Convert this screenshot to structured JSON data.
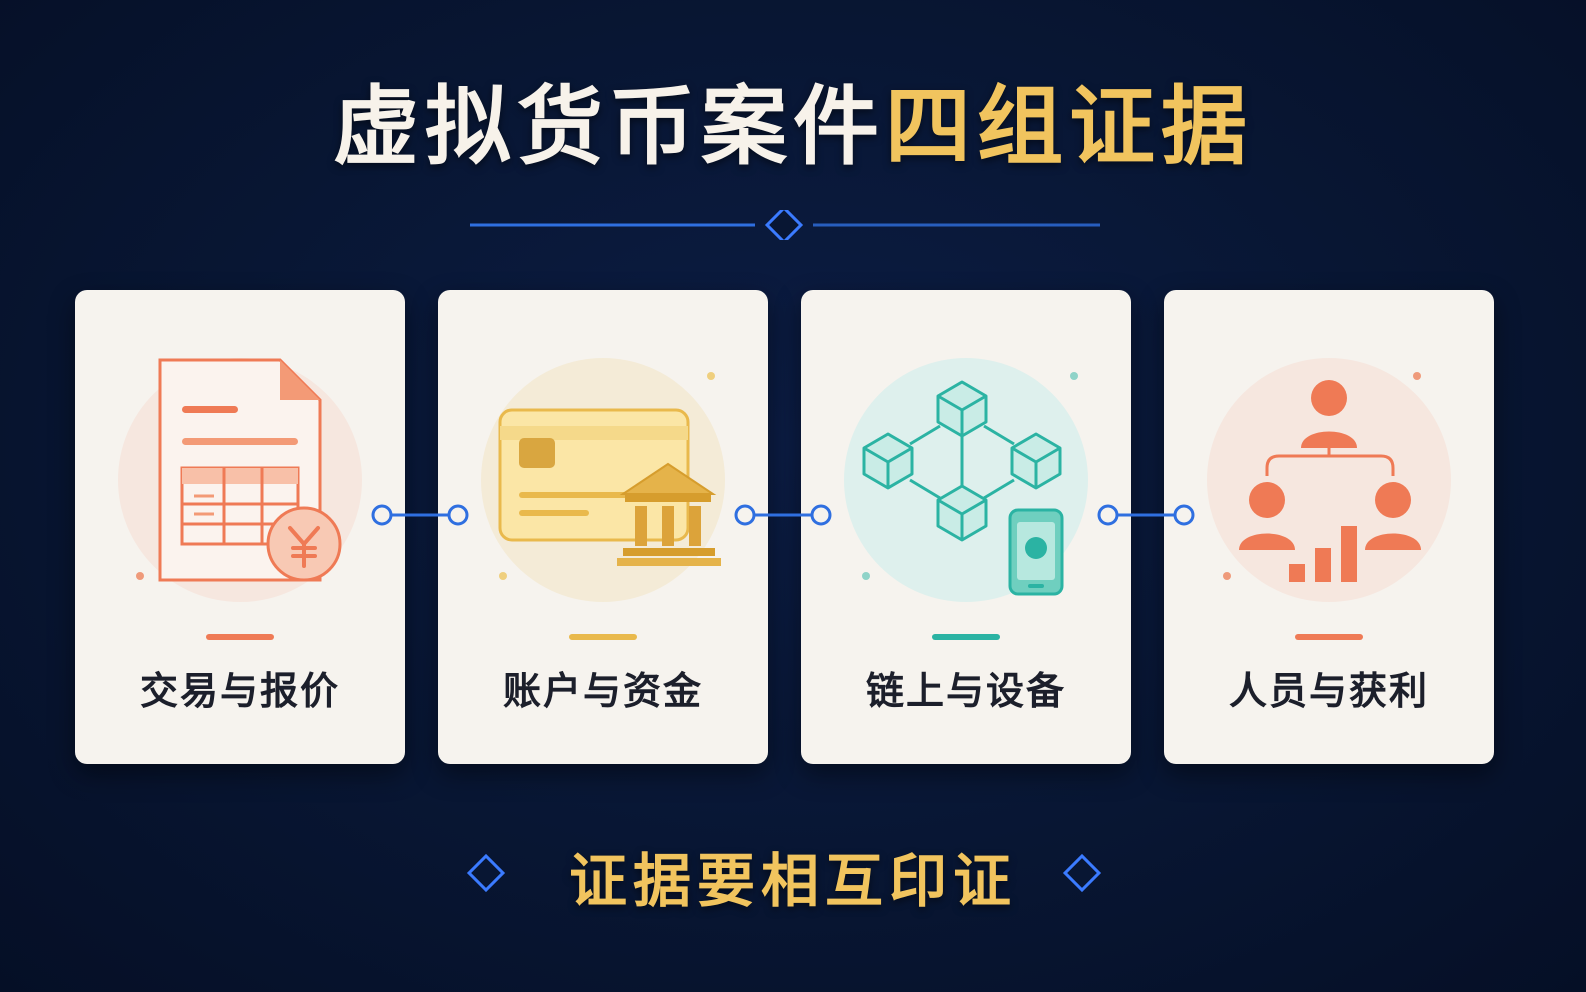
{
  "title": {
    "white_part": "虚拟货币案件",
    "gold_part": "四组证据"
  },
  "colors": {
    "background": "#081633",
    "gold": "#f1c45e",
    "blue_accent": "#2f6fe0",
    "card_bg": "#f6f3ee",
    "coral": "#ef7a55",
    "yellow": "#e9b94c",
    "teal": "#2bb3a3"
  },
  "cards": [
    {
      "label": "交易与报价",
      "icon": "document-yuan-icon",
      "accent": "#ef7a55"
    },
    {
      "label": "账户与资金",
      "icon": "bank-card-icon",
      "accent": "#e9b94c"
    },
    {
      "label": "链上与设备",
      "icon": "blockchain-phone-icon",
      "accent": "#2bb3a3"
    },
    {
      "label": "人员与获利",
      "icon": "people-chart-icon",
      "accent": "#ef7a55"
    }
  ],
  "footer": {
    "text": "证据要相互印证"
  }
}
